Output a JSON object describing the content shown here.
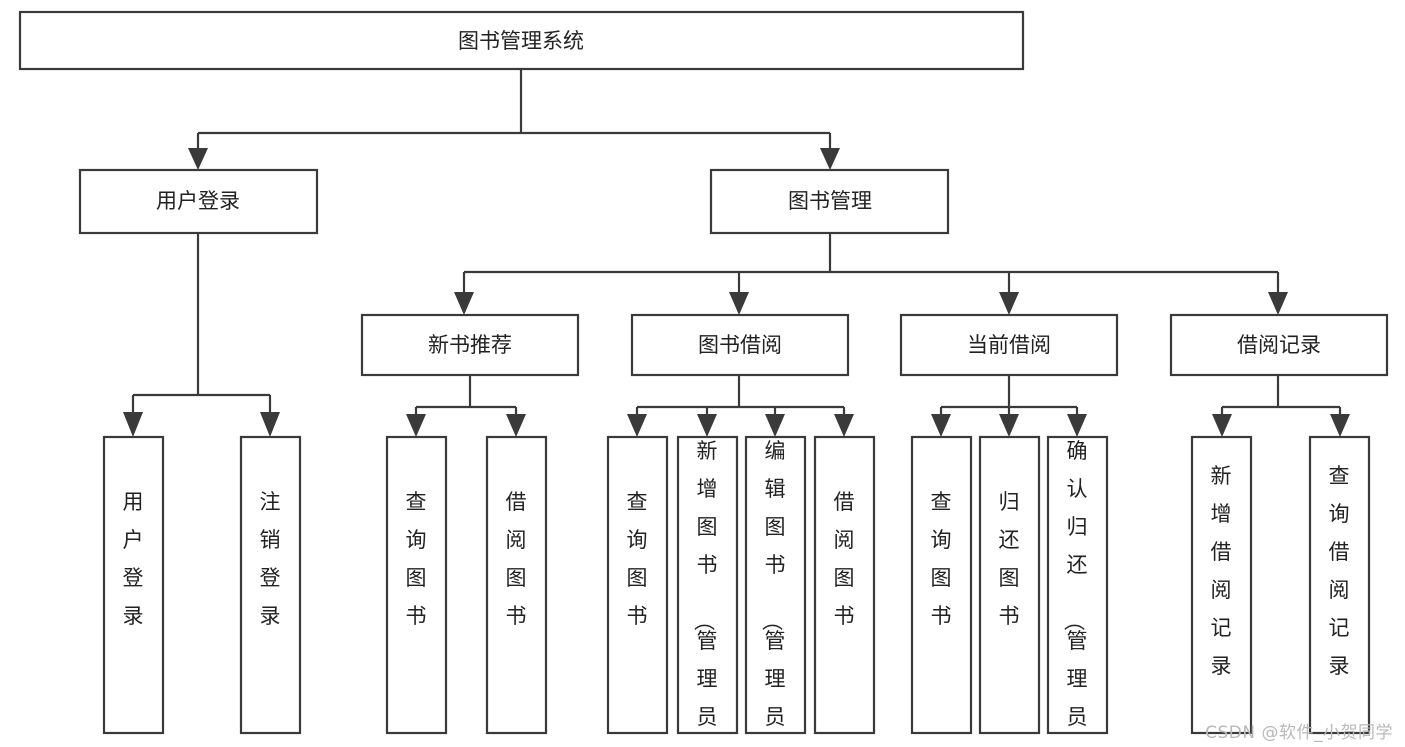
{
  "diagram": {
    "type": "tree",
    "title": "图书管理系统",
    "orientation": "top-down",
    "colors": {
      "box_stroke": "#3a3a3a",
      "box_fill": "#ffffff",
      "connector": "#3a3a3a",
      "text": "#222222",
      "watermark": "#b9b9b9",
      "background": "#ffffff"
    },
    "root": {
      "label": "图书管理系统",
      "level": 0
    },
    "level2": [
      {
        "label": "用户登录"
      },
      {
        "label": "图书管理"
      }
    ],
    "level3": [
      {
        "label": "新书推荐"
      },
      {
        "label": "图书借阅"
      },
      {
        "label": "当前借阅"
      },
      {
        "label": "借阅记录"
      }
    ],
    "leaves": {
      "user_login": [
        {
          "label": "用户登录"
        },
        {
          "label": "注销登录"
        }
      ],
      "new_book_recommend": [
        {
          "label": "查询图书"
        },
        {
          "label": "借阅图书"
        }
      ],
      "book_borrow": [
        {
          "label": "查询图书"
        },
        {
          "label": "新增图书（管理员）"
        },
        {
          "label": "编辑图书（管理员）"
        },
        {
          "label": "借阅图书"
        }
      ],
      "current_borrow": [
        {
          "label": "查询图书"
        },
        {
          "label": "归还图书"
        },
        {
          "label": "确认归还（管理员）"
        }
      ],
      "borrow_record": [
        {
          "label": "新增借阅记录"
        },
        {
          "label": "查询借阅记录"
        }
      ]
    }
  },
  "watermark": {
    "text": "CSDN @软件_小贺同学"
  }
}
